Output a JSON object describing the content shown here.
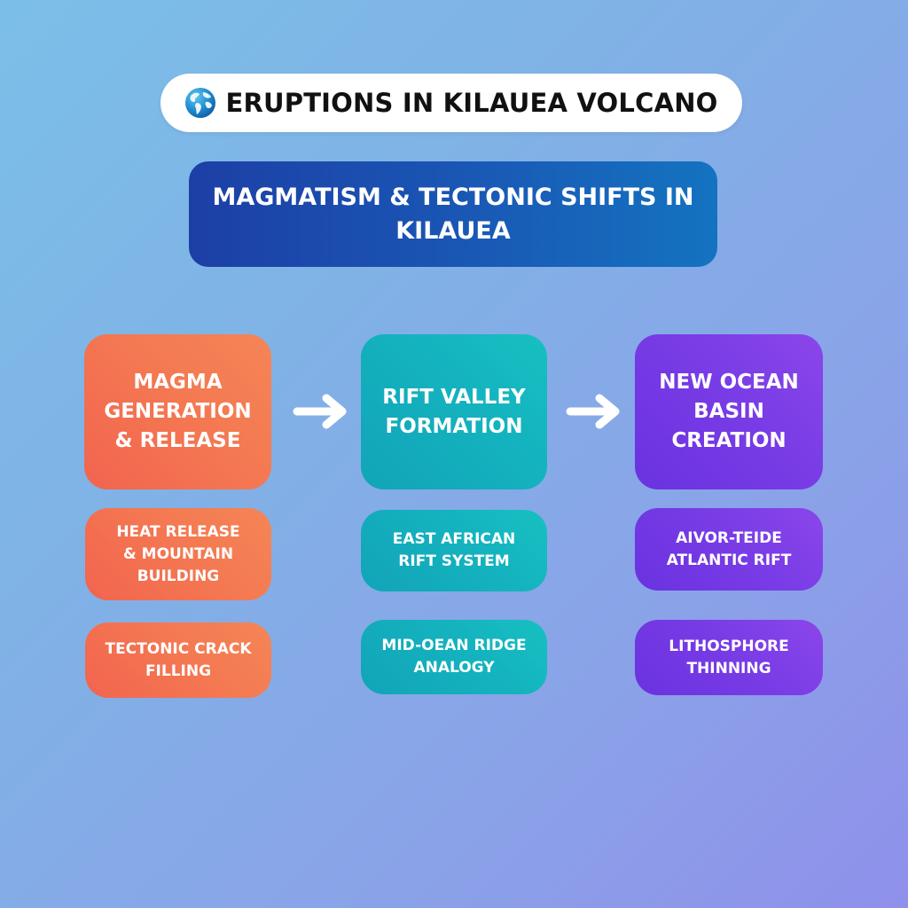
{
  "header": {
    "icon": "globe-icon",
    "title": "ERUPTIONS IN KILAUEA VOLCANO"
  },
  "subtitle": {
    "text": "MAGMATISM & TECTONIC SHIFTS IN KILAUEA"
  },
  "columns": [
    {
      "color": "#f47052",
      "main": "MAGMA\nGENERATION\n& RELEASE",
      "subs": [
        "HEAT RELEASE\n& MOUNTAIN\nBUILDING",
        "TECTONIC CRACK\nFILLING"
      ]
    },
    {
      "color": "#14b2be",
      "main": "RIFT VALLEY\nFORMATION",
      "subs": [
        "EAST AFRICAN\nRIFT SYSTEM",
        "MID-OEAN RIDGE\nANALOGY"
      ]
    },
    {
      "color": "#7a3ce6",
      "main": "NEW OCEAN\nBASIN\nCREATION",
      "subs": [
        "AIVOR-TEIDE\nATLANTIC RIFT",
        "LITHOSPHORE\nTHINNING"
      ]
    }
  ],
  "arrows": [
    "arrow-right-icon",
    "arrow-right-icon"
  ],
  "colors": {
    "background_start": "#7bbfe8",
    "background_end": "#8f90ea",
    "subtitle_start": "#1c3fa6",
    "subtitle_end": "#1473c0",
    "orange": "#f47052",
    "teal": "#14b2be",
    "purple": "#7a3ce6"
  }
}
